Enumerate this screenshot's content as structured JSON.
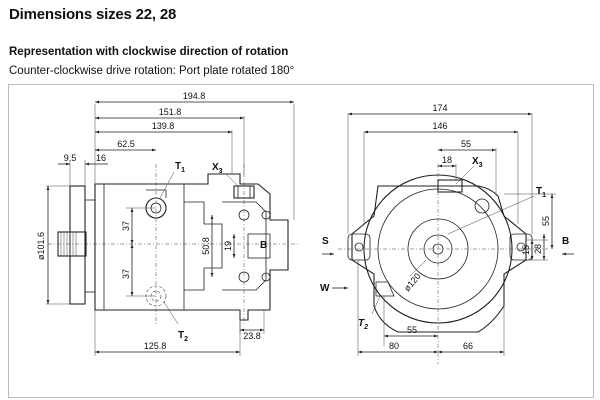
{
  "header": {
    "title": "Dimensions sizes 22, 28",
    "subtitle": "Representation with clockwise direction of rotation",
    "note": "Counter-clockwise drive rotation: Port plate rotated 180°"
  },
  "side_view": {
    "dims": {
      "d194_8": "194.8",
      "d151_8": "151.8",
      "d139_8": "139.8",
      "d62_5": "62.5",
      "d9_5": "9.5",
      "d16": "16",
      "d101_6": "ø101.6",
      "d37a": "37",
      "d37b": "37",
      "d50_8": "50.8",
      "d19": "19",
      "d23_8": "23.8",
      "d125_8": "125.8"
    },
    "labels": {
      "t1": "T",
      "t1_sub": "1",
      "t2": "T",
      "t2_sub": "2",
      "x3": "X",
      "x3_sub": "3",
      "b": "B"
    }
  },
  "front_view": {
    "dims": {
      "d174": "174",
      "d146": "146",
      "d55_top": "55",
      "d18": "18",
      "d55_right": "55",
      "d15": "15",
      "d28": "28",
      "d120": "ø120",
      "d55_bottom": "55",
      "d80": "80",
      "d66": "66"
    },
    "labels": {
      "x3": "X",
      "x3_sub": "3",
      "t1": "T",
      "t1_sub": "1",
      "t2": "T",
      "t2_sub": "2",
      "s": "S",
      "b": "B",
      "w": "W"
    }
  }
}
